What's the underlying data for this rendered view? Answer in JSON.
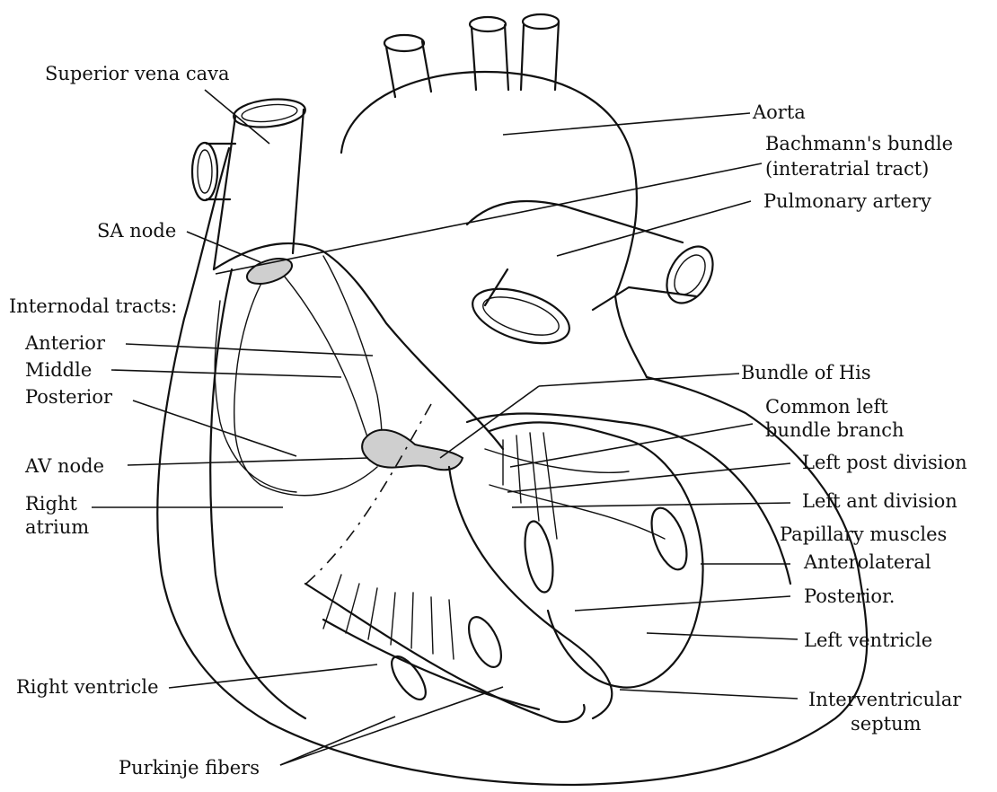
{
  "diagram": {
    "labels": {
      "superior_vena_cava": "Superior vena cava",
      "sa_node": "SA node",
      "internodal_tracts": "Internodal tracts:",
      "anterior": "Anterior",
      "middle": "Middle",
      "posterior_tract": "Posterior",
      "av_node": "AV node",
      "right_atrium_1": "Right",
      "right_atrium_2": "atrium",
      "right_ventricle": "Right ventricle",
      "purkinje_fibers": "Purkinje fibers",
      "aorta": "Aorta",
      "bachmanns_bundle_1": "Bachmann's bundle",
      "bachmanns_bundle_2": "(interatrial tract)",
      "pulmonary_artery": "Pulmonary artery",
      "bundle_of_his": "Bundle of His",
      "common_left_1": "Common left",
      "common_left_2": "bundle branch",
      "left_post_division": "Left post division",
      "left_ant_division": "Left ant division",
      "papillary_muscles": "Papillary muscles",
      "anterolateral": "Anterolateral",
      "posterior_papillary": "Posterior.",
      "left_ventricle": "Left ventricle",
      "interventricular_1": "Interventricular",
      "interventricular_2": "septum"
    }
  }
}
